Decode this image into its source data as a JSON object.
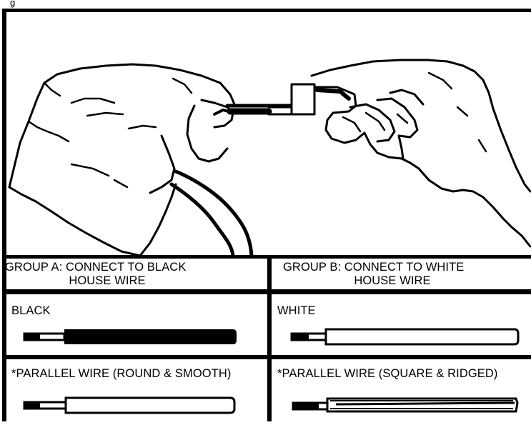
{
  "figure": {
    "caption_fragment": "g"
  },
  "table": {
    "group_a": {
      "heading_line1": "GROUP A: CONNECT TO BLACK",
      "heading_line2": "HOUSE WIRE",
      "rows": [
        {
          "label": "BLACK",
          "wire": "solid-black"
        },
        {
          "label": "*PARALLEL WIRE (ROUND & SMOOTH)",
          "wire": "white-round"
        }
      ]
    },
    "group_b": {
      "heading_line1": "GROUP B: CONNECT TO WHITE",
      "heading_line2": "HOUSE WIRE",
      "rows": [
        {
          "label": "WHITE",
          "wire": "white-plain"
        },
        {
          "label": "*PARALLEL WIRE (SQUARE & RIDGED)",
          "wire": "white-ridged"
        }
      ]
    }
  },
  "colors": {
    "ink": "#000000",
    "paper": "#ffffff"
  }
}
